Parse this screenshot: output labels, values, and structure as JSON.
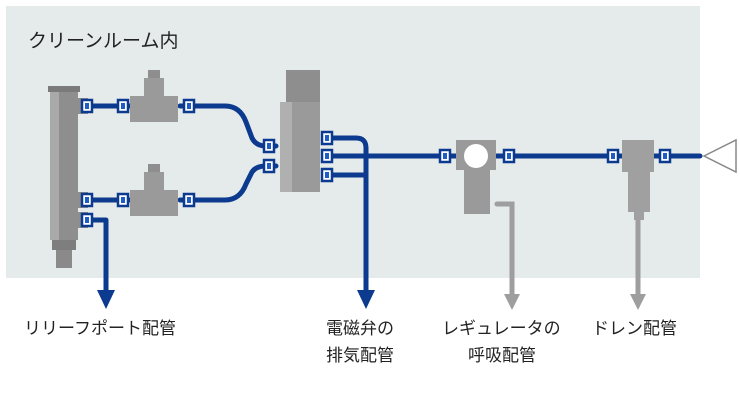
{
  "diagram": {
    "title": "クリーンルーム内",
    "labels": {
      "relief_port": "リリーフポート配管",
      "solenoid_exhaust_line1": "電磁弁の",
      "solenoid_exhaust_line2": "排気配管",
      "regulator_breather_line1": "レギュレータの",
      "regulator_breather_line2": "呼吸配管",
      "drain": "ドレン配管"
    },
    "colors": {
      "cleanroom_bg": "#e4ebea",
      "pipe_blue": "#0b3a8f",
      "pipe_gray": "#9a9a9a",
      "component_gray": "#8e8e8e",
      "fitting_blue": "#1f5cc4"
    }
  }
}
